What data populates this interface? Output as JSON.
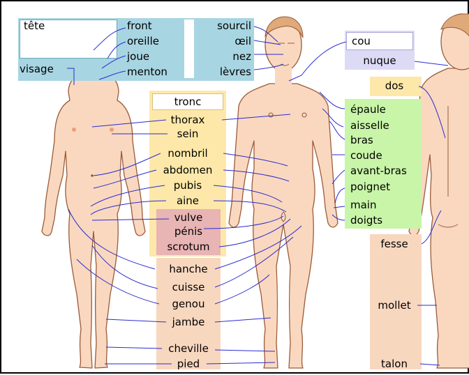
{
  "colors": {
    "skin": "#f9d8bf",
    "skin_outline": "#9a5b3a",
    "hair": "#e0a97a",
    "line": "#2b2bd0",
    "head_group": "#a8d5e2",
    "trunk_group": "#fde8a9",
    "genital_group": "#e8b4b4",
    "leg_group": "#f8d7bf",
    "arm_group": "#c8f5a8",
    "neck_group": "#dcdaf5",
    "back_group": "#fde8a9",
    "white_panel": "#ffffff"
  },
  "labels": {
    "tete": "tête",
    "visage": "visage",
    "front": "front",
    "oreille": "oreille",
    "joue": "joue",
    "menton": "menton",
    "sourcil": "sourcil",
    "oeil": "œil",
    "nez": "nez",
    "levres": "lèvres",
    "cou": "cou",
    "nuque": "nuque",
    "dos": "dos",
    "tronc": "tronc",
    "thorax": "thorax",
    "sein": "sein",
    "nombril": "nombril",
    "abdomen": "abdomen",
    "pubis": "pubis",
    "aine": "aine",
    "vulve": "vulve",
    "penis": "pénis",
    "scrotum": "scrotum",
    "epaule": "épaule",
    "aisselle": "aisselle",
    "bras": "bras",
    "coude": "coude",
    "avant_bras": "avant-bras",
    "poignet": "poignet",
    "main": "main",
    "doigts": "doigts",
    "fesse": "fesse",
    "mollet": "mollet",
    "talon": "talon",
    "hanche": "hanche",
    "cuisse": "cuisse",
    "genou": "genou",
    "jambe": "jambe",
    "cheville": "cheville",
    "pied": "pied"
  }
}
